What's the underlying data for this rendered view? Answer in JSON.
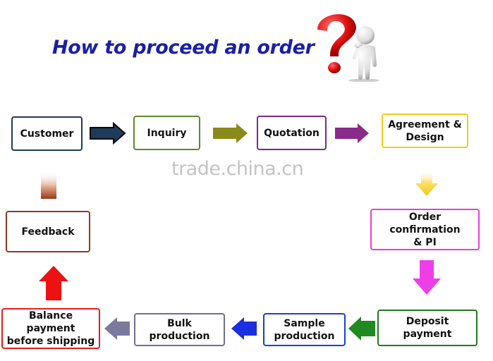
{
  "title": "How to proceed an order",
  "watermark": "trade.china.cn",
  "steps": [
    {
      "id": "customer",
      "label": "Customer",
      "color": "#1f3b5c"
    },
    {
      "id": "inquiry",
      "label": "Inquiry",
      "color": "#5e8a2a"
    },
    {
      "id": "quotation",
      "label": "Quotation",
      "color": "#7a2a8a"
    },
    {
      "id": "agreement",
      "label": "Agreement &\nDesign",
      "color": "#f2cc16"
    },
    {
      "id": "order-confirmation",
      "label": "Order confirmation\n& PI",
      "color": "#e23fd6"
    },
    {
      "id": "deposit-payment",
      "label": "Deposit payment",
      "color": "#1f7a1f"
    },
    {
      "id": "sample-production",
      "label": "Sample\nproduction",
      "color": "#1a3fd6"
    },
    {
      "id": "bulk-production",
      "label": "Bulk production",
      "color": "#6e6e92"
    },
    {
      "id": "balance-payment",
      "label": "Balance payment\nbefore shipping",
      "color": "#e01e1e"
    },
    {
      "id": "feedback",
      "label": "Feedback",
      "color": "#8a3a22"
    }
  ],
  "arrow_colors": {
    "customer_to_inquiry": "#1f3b5c",
    "inquiry_to_quotation": "#8a8a1a",
    "quotation_to_agreement": "#8a2a8a",
    "agreement_to_order": "#f2cc16",
    "order_to_deposit": "#ee3ee8",
    "deposit_to_sample": "#1f8a1f",
    "sample_to_bulk": "#1a2fe0",
    "bulk_to_balance": "#7a7a9e",
    "balance_to_feedback": "#ee1111",
    "feedback_to_customer": "#9a3a1a"
  },
  "icons": {
    "mascot": "question-mark-figure-icon"
  }
}
